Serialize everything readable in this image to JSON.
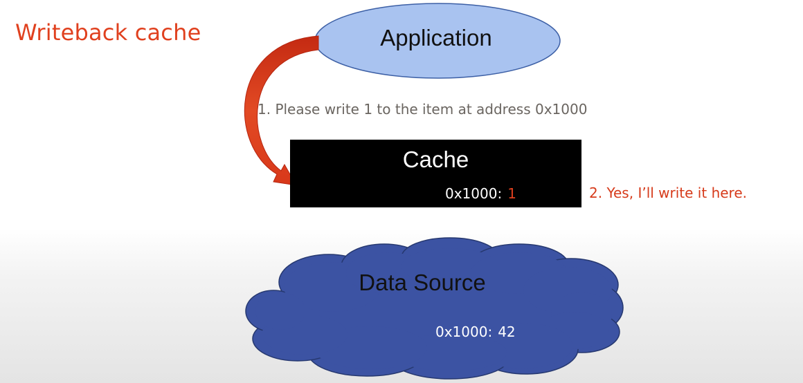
{
  "slide": {
    "title": "Writeback cache",
    "title_color": "#e0401e"
  },
  "application": {
    "label": "Application",
    "fill_color": "#a9c3f0"
  },
  "request": {
    "text": "1. Please write 1 to the item at address 0x1000"
  },
  "cache": {
    "label": "Cache",
    "entry_address": "0x1000:",
    "entry_value": "1"
  },
  "response": {
    "text": "2. Yes, I’ll write it here.",
    "color": "#d63a1a"
  },
  "data_source": {
    "label": "Data Source",
    "entry_address": "0x1000:",
    "entry_value": "42",
    "fill_color": "#3c53a3"
  }
}
